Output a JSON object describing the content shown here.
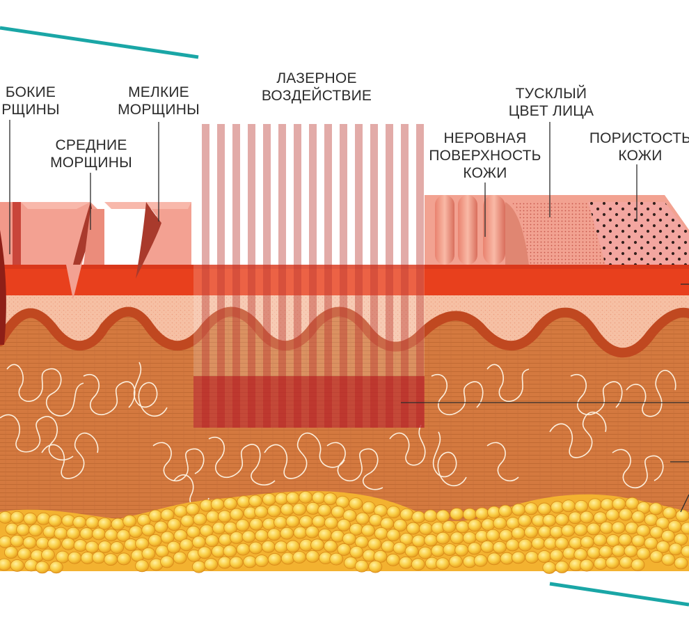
{
  "labels": {
    "deep_wrinkles": [
      "БОКИЕ",
      "РЩИНЫ"
    ],
    "fine_wrinkles": [
      "МЕЛКИЕ",
      "МОРЩИНЫ"
    ],
    "medium_wrinkles": [
      "СРЕДНИЕ",
      "МОРЩИНЫ"
    ],
    "laser": [
      "ЛАЗЕРНОЕ",
      "ВОЗДЕЙСТВИЕ"
    ],
    "dull_complexion": [
      "ТУСКЛЫЙ",
      "ЦВЕТ ЛИЦА"
    ],
    "uneven_surface": [
      "НЕРОВНАЯ",
      "ПОВЕРХНОСТЬ",
      "КОЖИ"
    ],
    "pores": [
      "ПОРИСТОСТЬ",
      "КОЖИ"
    ]
  },
  "colors": {
    "accent_teal": "#1aa6a6",
    "epidermis_top": "#f19a8c",
    "epidermis_red": "#e8401d",
    "dermis_pink": "#f7c3a8",
    "basement_wave": "#c44a1f",
    "dermis_brown": "#d9824c",
    "fat_cells": "#f7c23a",
    "laser_beam": "#b30f17"
  }
}
